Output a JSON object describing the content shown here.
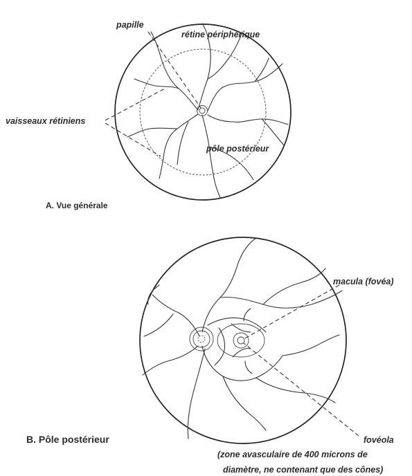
{
  "panel_a": {
    "caption": "A.  Vue générale",
    "labels": {
      "papille": "papille",
      "retine_peripherique": "rétine périphérique",
      "vaisseaux_retiniens": "vaisseaux rétiniens",
      "pole_posterieur": "pôle postérieur"
    }
  },
  "panel_b": {
    "caption": "B. Pôle postérieur",
    "labels": {
      "macula": "macula  (fovéa)",
      "foveola": "fovéola",
      "foveola_note_1": "(zone avasculaire de 400  microns de",
      "foveola_note_2": "diamètre, ne contenant que des cônes)"
    }
  },
  "colors": {
    "ink": "#222222",
    "background": "#ffffff"
  }
}
